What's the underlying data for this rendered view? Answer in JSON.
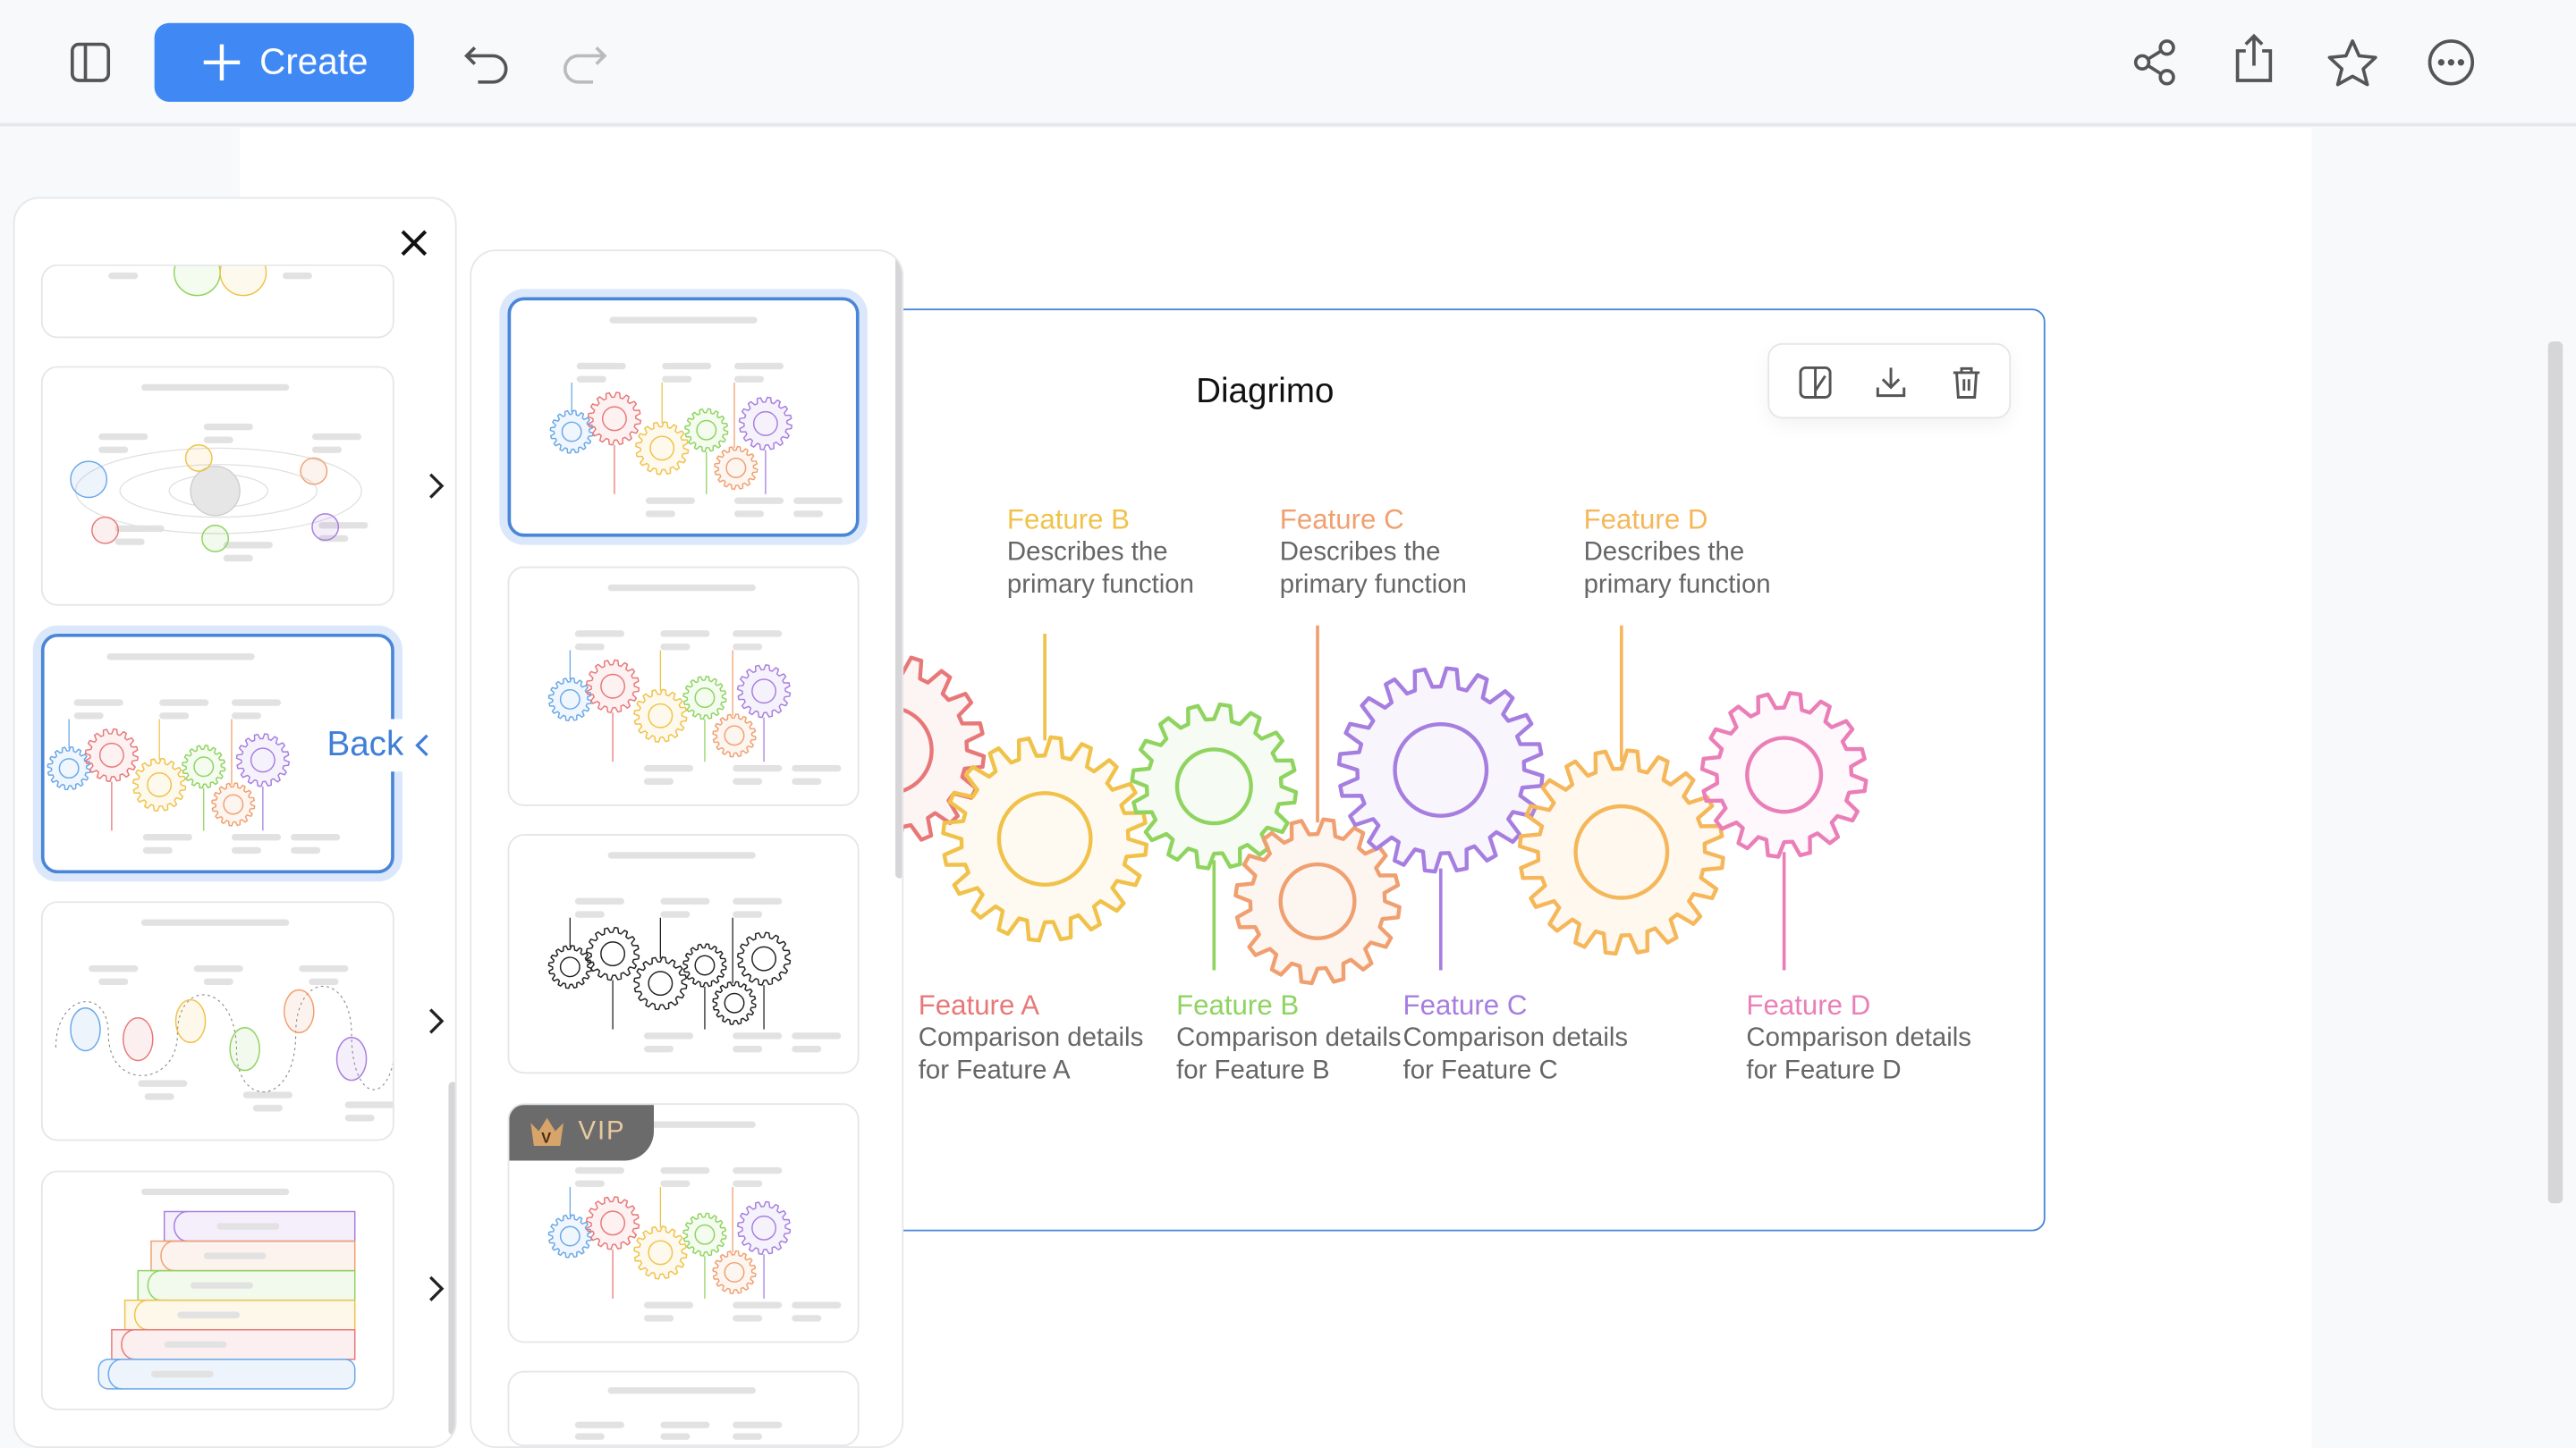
{
  "toolbar": {
    "create_label": "Create",
    "icons": [
      "sidebar-toggle-icon",
      "plus-icon",
      "undo-icon",
      "redo-icon",
      "share-icon",
      "export-icon",
      "star-icon",
      "more-icon"
    ]
  },
  "diagram": {
    "title": "Diagrimo",
    "tools": [
      "style-icon",
      "download-icon",
      "trash-icon"
    ],
    "top_labels": [
      {
        "title": "Feature B",
        "line1": "Describes the",
        "line2": "primary function",
        "color": "#f0c24a"
      },
      {
        "title": "Feature C",
        "line1": "Describes the",
        "line2": "primary function",
        "color": "#f0a070"
      },
      {
        "title": "Feature D",
        "line1": "Describes the",
        "line2": "primary function",
        "color": "#f5b75a"
      }
    ],
    "bottom_labels": [
      {
        "title": "Feature A",
        "line1": "Comparison details",
        "line2": "for Feature A",
        "color": "#e87878"
      },
      {
        "title": "Feature B",
        "line1": "Comparison details",
        "line2": "for Feature B",
        "color": "#8fd460"
      },
      {
        "title": "Feature C",
        "line1": "Comparison details",
        "line2": "for Feature C",
        "color": "#a67ee0"
      },
      {
        "title": "Feature D",
        "line1": "Comparison details",
        "line2": "for Feature D",
        "color": "#ea7fb8"
      }
    ]
  },
  "template_panel": {
    "back_label": "Back",
    "vip_label": "VIP"
  },
  "colors": {
    "accent": "#4089f5",
    "blue": "#6aa8e8",
    "red": "#e87878",
    "yellow": "#f0c24a",
    "green": "#8fd460",
    "orange": "#f0a070",
    "purple": "#a67ee0",
    "amber": "#f5b75a",
    "pink": "#ea7fb8"
  }
}
